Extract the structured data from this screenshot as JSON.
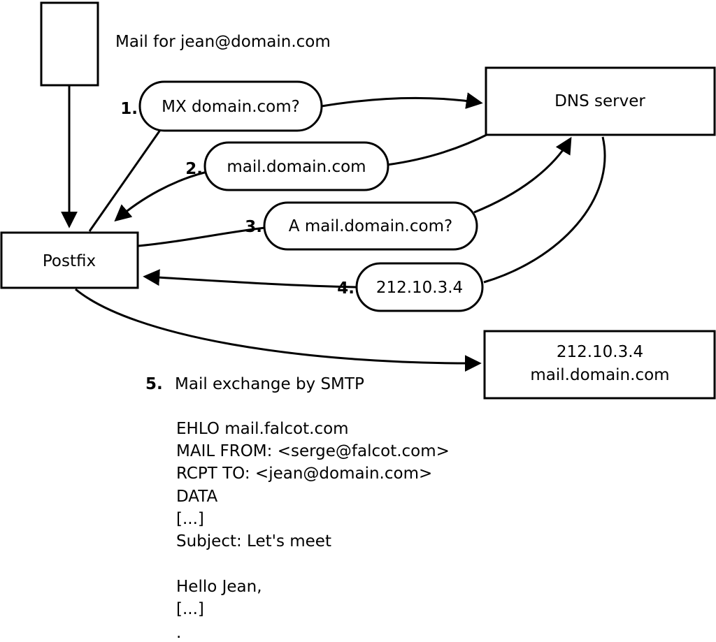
{
  "labels": {
    "mail_for": "Mail for jean@domain.com"
  },
  "nodes": {
    "postfix": "Postfix",
    "dns_server": "DNS server",
    "mail_server_line1": "212.10.3.4",
    "mail_server_line2": "mail.domain.com"
  },
  "steps": [
    {
      "num": "1.",
      "label": "MX domain.com?"
    },
    {
      "num": "2.",
      "label": "mail.domain.com"
    },
    {
      "num": "3.",
      "label": "A mail.domain.com?"
    },
    {
      "num": "4.",
      "label": "212.10.3.4"
    },
    {
      "num": "5.",
      "label": "Mail exchange by SMTP"
    }
  ],
  "smtp": {
    "lines": [
      "EHLO mail.falcot.com",
      "MAIL FROM: <serge@falcot.com>",
      "RCPT TO: <jean@domain.com>",
      "DATA",
      "[...]",
      "Subject: Let's meet",
      "",
      "Hello Jean,",
      "[...]",
      "."
    ]
  },
  "colors": {
    "stroke": "#000000",
    "background": "#ffffff"
  }
}
